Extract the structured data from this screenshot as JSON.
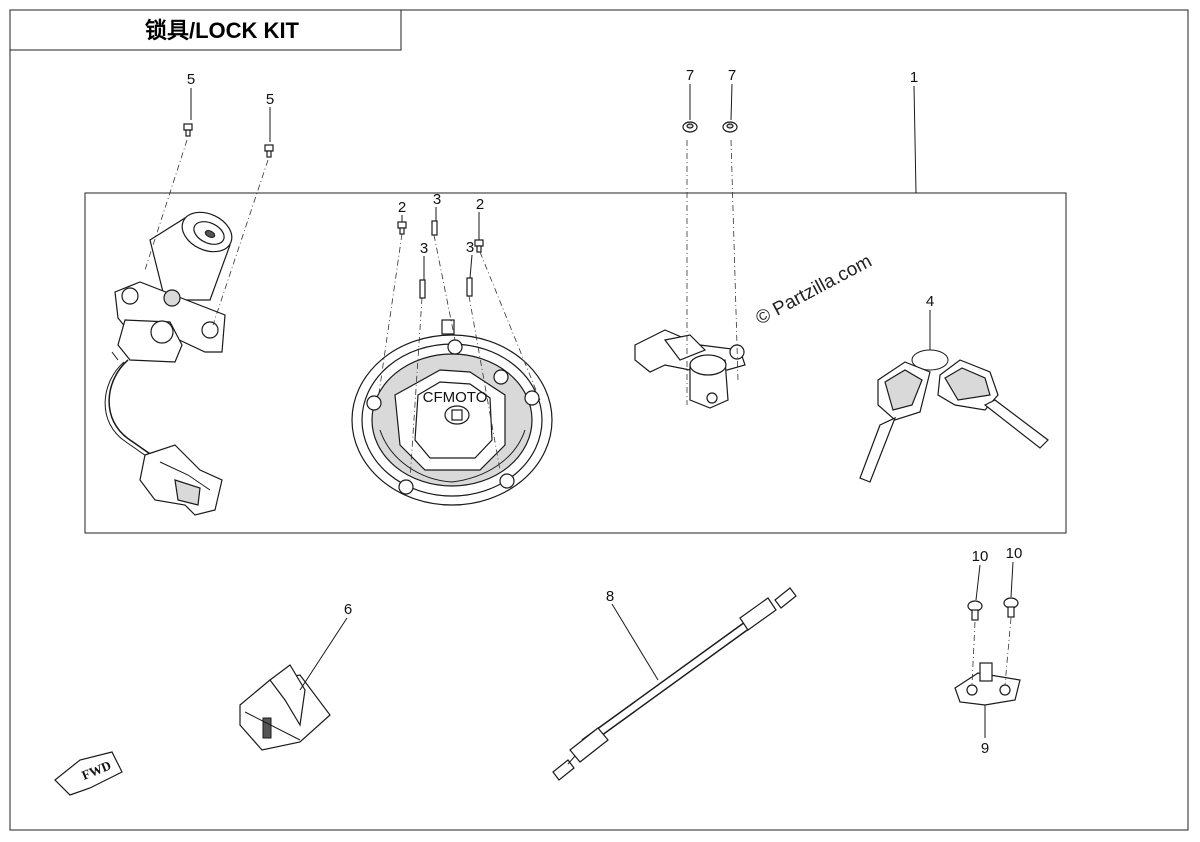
{
  "title": "锁具/LOCK KIT",
  "watermark": "© Partzilla.com",
  "direction_label": "FWD",
  "callouts": {
    "c1": "1",
    "c2a": "2",
    "c2b": "2",
    "c3a": "3",
    "c3b": "3",
    "c3c": "3",
    "c4": "4",
    "c5a": "5",
    "c5b": "5",
    "c6": "6",
    "c7a": "7",
    "c7b": "7",
    "c8": "8",
    "c9": "9",
    "c10a": "10",
    "c10b": "10"
  },
  "cap_logo": "CFMOTO"
}
